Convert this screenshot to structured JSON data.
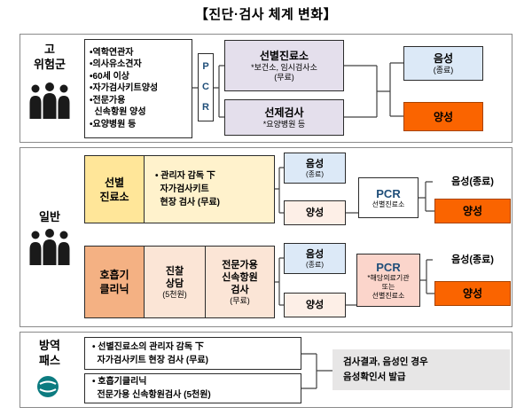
{
  "title": "【진단·검사 체계 변화】",
  "colors": {
    "positive_orange": "#FA6400",
    "negative_blue": "#DCE9F7",
    "lavender": "#E4DFEC",
    "yellow": "#FFE699",
    "yellow_light": "#FFF2CC",
    "clinic_orange": "#F4B183",
    "orange_light": "#FBE5D6",
    "pcr_pink": "#FBD5CB",
    "result_gray": "#E7E6E6",
    "pcr_text_blue": "#1F4E79"
  },
  "s1": {
    "label": "고\n위험군",
    "criteria": [
      "•역학연관자",
      "•의사유소견자",
      "•60세 이상",
      "•자가검사키트양성",
      "•전문가용\n  신속항원 양성",
      "•요양병원 등"
    ],
    "pcr": "P\nC\nR",
    "screen_title": "선별진료소",
    "screen_sub": "*보건소, 임시검사소\n(무료)",
    "preempt_title": "선제검사",
    "preempt_sub": "*요양병원 등",
    "negative": "음성",
    "negative_sub": "(종료)",
    "positive": "양성"
  },
  "s2": {
    "label": "일반",
    "flowA": {
      "box": "선별\n진료소",
      "desc": "• 관리자 감독 下\n  자가검사키트\n  현장 검사 (무료)",
      "negative": "음성",
      "negative_sub": "(종료)",
      "positive_mid": "양성",
      "pcr_title": "PCR",
      "pcr_sub": "선별진료소",
      "negative_final": "음성(종료)",
      "positive_final": "양성"
    },
    "flowB": {
      "box": "호흡기\n클리닉",
      "consult": "진찰\n상담",
      "consult_fee": "(5천원)",
      "rat": "전문가용\n신속항원\n검사",
      "rat_fee": "(무료)",
      "negative": "음성",
      "negative_sub": "(종료)",
      "positive_mid": "양성",
      "pcr_title": "PCR",
      "pcr_sub": "*해당의료기관\n또는\n선별진료소",
      "negative_final": "음성(종료)",
      "positive_final": "양성"
    }
  },
  "s3": {
    "label": "방역\n패스",
    "box1": "• 선별진료소의 관리자 감독 下\n  자가검사키트 현장 검사 (무료)",
    "box2": "• 호흡기클리닉\n  전문가용 신속항원검사 (5천원)",
    "result": "검사결과, 음성인 경우\n음성확인서 발급"
  }
}
